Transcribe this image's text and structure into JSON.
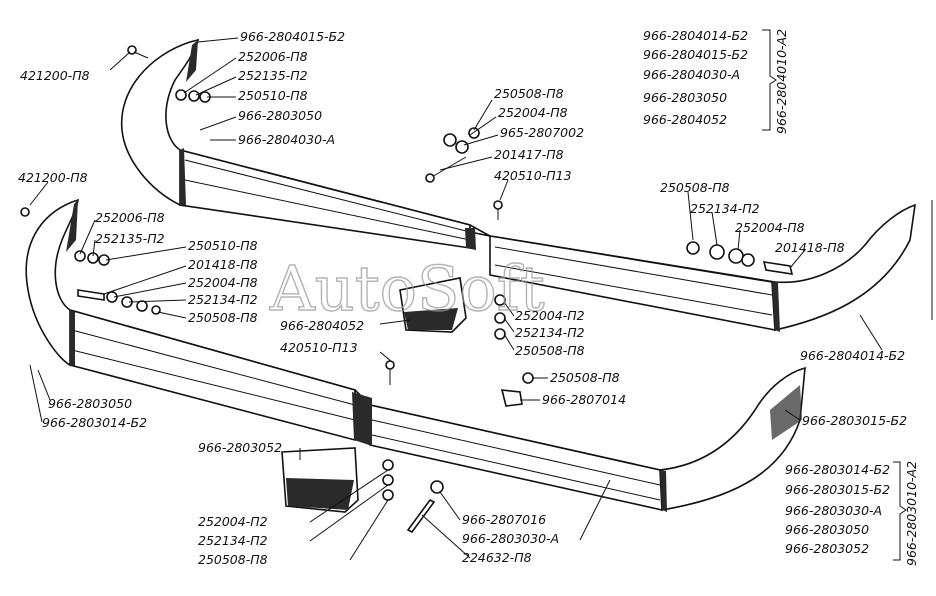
{
  "watermark": "AutoSoft",
  "rear_bumper_labels": [
    "966-2804015-Б2",
    "252006-П8",
    "252135-П2",
    "250510-П8",
    "966-2803050",
    "966-2804030-А",
    "421200-П8",
    "250508-П8",
    "252004-П8",
    "965-2807002",
    "201417-П8",
    "420510-П13",
    "250508-П8",
    "252134-П2",
    "252004-П8",
    "201418-П8",
    "966-2804014-Б2",
    "966-2804052",
    "252004-П2",
    "252134-П2",
    "250508-П8"
  ],
  "rear_group": {
    "items": [
      "966-2804014-Б2",
      "966-2804015-Б2",
      "966-2804030-А",
      "966-2803050",
      "966-2804052"
    ],
    "assembly": "966-2804010-А2"
  },
  "front_bumper_labels": [
    "421200-П8",
    "252006-П8",
    "252135-П2",
    "250510-П8",
    "201418-П8",
    "252004-П8",
    "252134-П2",
    "250508-П8",
    "420510-П13",
    "966-2803050",
    "966-2803014-Б2",
    "250508-П8",
    "966-2807014",
    "966-2803015-Б2",
    "966-2803052",
    "252004-П2",
    "252134-П2",
    "250508-П8",
    "966-2807016",
    "966-2803030-А",
    "224632-П8"
  ],
  "front_group": {
    "items": [
      "966-2803014-Б2",
      "966-2803015-Б2",
      "966-2803030-А",
      "966-2803050",
      "966-2803052"
    ],
    "assembly": "966-2803010-А2"
  }
}
